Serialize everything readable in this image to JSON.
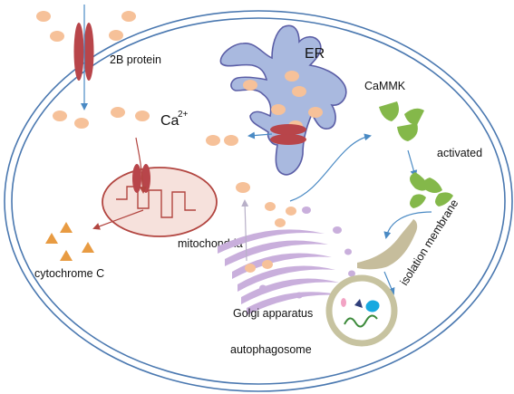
{
  "labels": {
    "protein": "2B protein",
    "calcium": "Ca",
    "calcium_charge": "2+",
    "er": "ER",
    "camk": "CaMMK",
    "activated": "activated",
    "mitochondria": "mitochondria",
    "cytochrome": "cytochrome C",
    "isolation": "isolation membrane",
    "golgi": "Golgi apparatus",
    "autophagosome": "autophagosome"
  },
  "colors": {
    "membrane": "#4a78b0",
    "calcium_ion": "#f6c199",
    "channel": "#b8454a",
    "er": "#a9b9df",
    "er_outline": "#5b5ea6",
    "mitochondrion_fill": "#f6e1dc",
    "mitochondrion_outline": "#b24540",
    "cytochrome": "#e89b42",
    "golgi": "#c9afdc",
    "camk": "#84b84a",
    "isolation_membrane": "#c6bd9c",
    "autophagosome": "#c7c3a0",
    "arrow": "#4a8ac4",
    "arrow_red": "#b24540"
  }
}
